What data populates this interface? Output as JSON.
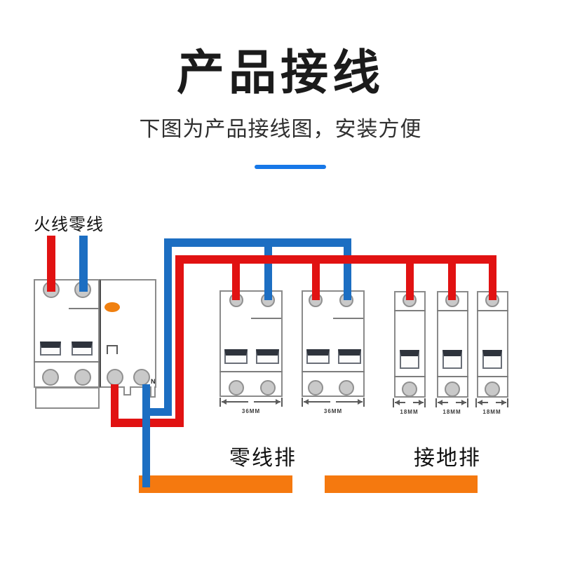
{
  "header": {
    "title": "产品接线",
    "subtitle": "下图为产品接线图，安装方便"
  },
  "diagram": {
    "live_label": "火线",
    "neutral_label": "零线",
    "main_breaker": {
      "type": "2-pole RCBO with leakage module",
      "n_label": "N",
      "indicator": "orange-led"
    },
    "breakers": [
      {
        "type": "2-pole",
        "size_label": "36MM"
      },
      {
        "type": "2-pole",
        "size_label": "36MM"
      },
      {
        "type": "1-pole",
        "size_label": "18MM"
      },
      {
        "type": "1-pole",
        "size_label": "18MM"
      },
      {
        "type": "1-pole",
        "size_label": "18MM"
      }
    ],
    "neutral_bar_label": "零线排",
    "ground_bar_label": "接地排"
  },
  "colors": {
    "live_wire": "#e11212",
    "neutral_wire": "#1c6ec2",
    "bar_orange": "#f5790f",
    "accent_blue": "#1778e8",
    "indicator_orange": "#f08010"
  }
}
